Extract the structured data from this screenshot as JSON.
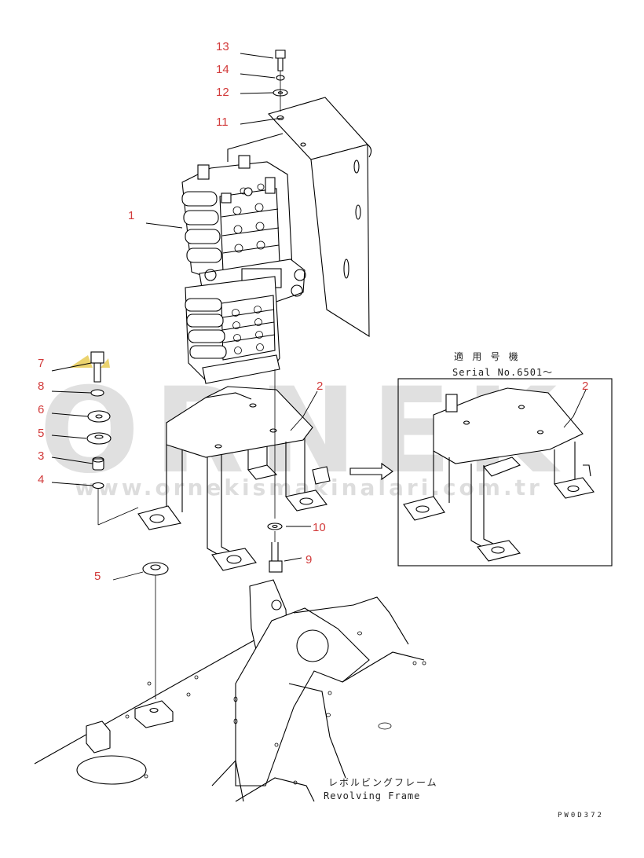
{
  "callouts": [
    {
      "id": "13",
      "text": "13"
    },
    {
      "id": "14",
      "text": "14"
    },
    {
      "id": "12",
      "text": "12"
    },
    {
      "id": "11",
      "text": "11"
    },
    {
      "id": "1",
      "text": "1"
    },
    {
      "id": "7",
      "text": "7"
    },
    {
      "id": "8",
      "text": "8"
    },
    {
      "id": "6",
      "text": "6"
    },
    {
      "id": "5a",
      "text": "5"
    },
    {
      "id": "3",
      "text": "3"
    },
    {
      "id": "4",
      "text": "4"
    },
    {
      "id": "2a",
      "text": "2"
    },
    {
      "id": "10",
      "text": "10"
    },
    {
      "id": "9",
      "text": "9"
    },
    {
      "id": "5b",
      "text": "5"
    },
    {
      "id": "2b",
      "text": "2"
    }
  ],
  "inset": {
    "label_jp": "適 用 号 機",
    "label_en": "Serial No.6501～"
  },
  "frame_label": {
    "jp": "レボルビングフレーム",
    "en": "Revolving Frame"
  },
  "drawing_code": "PW0D372",
  "watermark": {
    "main": "ORNEK",
    "url": "www.ornekismakinalari.com.tr"
  }
}
